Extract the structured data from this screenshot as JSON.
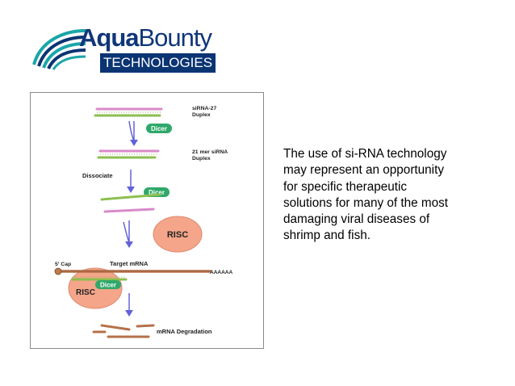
{
  "logo": {
    "word_aqua": "Aqua",
    "word_bounty": "Bounty",
    "subtitle": "TECHNOLOGIES",
    "colors": {
      "navy": "#10367a",
      "teal": "#1aa6a8"
    }
  },
  "diagram": {
    "labels": {
      "sirna27": [
        "siRNA-27",
        "Duplex"
      ],
      "sirna21": [
        "21 mer siRNA",
        "Duplex"
      ],
      "dissociate": "Dissociate",
      "dicer_1": "Dicer",
      "dicer_2": "Dicer",
      "dicer_3": "Dicer",
      "risc_1": "RISC",
      "risc_2": "RISC",
      "cap": "5' Cap",
      "target": "Target mRNA",
      "polya": "AAAAAA",
      "degradation": "mRNA Degradation"
    },
    "colors": {
      "strand_pink": "#d98ac9",
      "strand_green": "#8cbf4f",
      "mrna": "#b5714a",
      "arrow": "#6262d9",
      "dicer": "#2fa86a",
      "risc": "#f4a58a"
    }
  },
  "description": {
    "lines": [
      "The use of si-RNA technology",
      "may represent an opportunity",
      "for specific therapeutic",
      "solutions for many of the most",
      "damaging viral diseases of",
      "shrimp and fish."
    ]
  }
}
